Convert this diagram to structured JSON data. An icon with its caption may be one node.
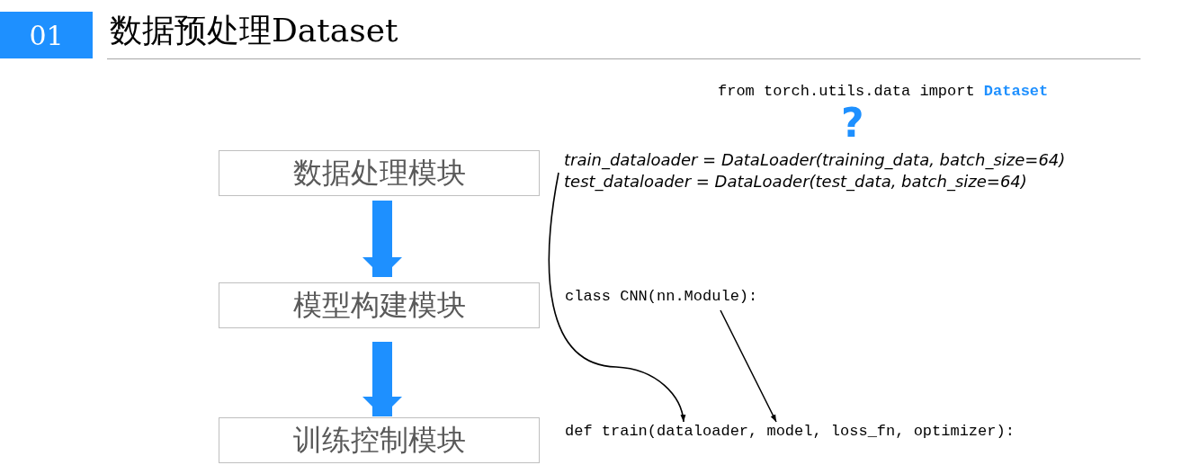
{
  "diagram": {
    "title": "数据预处理Dataset",
    "nodes": [
      {
        "text": [
          "数据处理模块"
        ]
      },
      {
        "text": [
          "模型构建模块"
        ]
      },
      {
        "text": [
          "训练控制模块"
        ]
      },
      {
        "text": [
          "train_dataloader = DataLoader(training_data, batch_size=64)",
          "test_dataloader = DataLoader(test_data, batch_size=64)"
        ]
      },
      {
        "text": [
          "class CNN(nn.Module):"
        ]
      },
      {
        "text": [
          "def train(dataloader, model, loss_fn, optimizer):"
        ]
      }
    ],
    "edges": [
      {
        "from": 0,
        "to": 1,
        "arrow": "to",
        "style": "thick",
        "color": "#1e90ff"
      },
      {
        "from": 1,
        "to": 2,
        "arrow": "to",
        "style": "thick",
        "color": "#1e90ff"
      },
      {
        "from": 3,
        "to": 5,
        "arrow": "to",
        "color": "#000000"
      },
      {
        "from": 4,
        "to": 5,
        "arrow": "to",
        "color": "#000000"
      }
    ],
    "labels": [
      "01",
      "from torch.utils.data import **Dataset**",
      "?"
    ]
  }
}
